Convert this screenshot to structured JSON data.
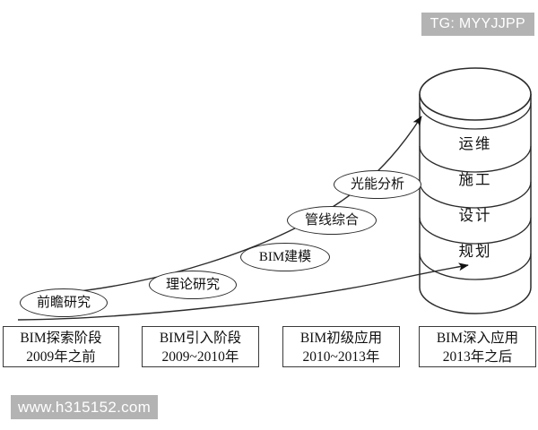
{
  "watermarks": {
    "telegram": "TG: MYYJJPP",
    "site": "www.h315152.com",
    "badge_color": "#b3b3b3"
  },
  "diagram": {
    "type": "maturity-curve",
    "stroke_color": "#2b2b2b",
    "background": "#ffffff",
    "timeline_boxes": [
      {
        "line1": "BIM探索阶段",
        "line2": "2009年之前"
      },
      {
        "line1": "BIM引入阶段",
        "line2": "2009~2010年"
      },
      {
        "line1": "BIM初级应用",
        "line2": "2010~2013年"
      },
      {
        "line1": "BIM深入应用",
        "line2": "2013年之后"
      }
    ],
    "milestones": [
      {
        "label": "前瞻研究"
      },
      {
        "label": "理论研究"
      },
      {
        "label": "BIM建模"
      },
      {
        "label": "管线综合"
      },
      {
        "label": "光能分析"
      }
    ],
    "cylinder": {
      "segments": [
        {
          "label": "运维"
        },
        {
          "label": "施工"
        },
        {
          "label": "设计"
        },
        {
          "label": "规划"
        }
      ]
    }
  }
}
